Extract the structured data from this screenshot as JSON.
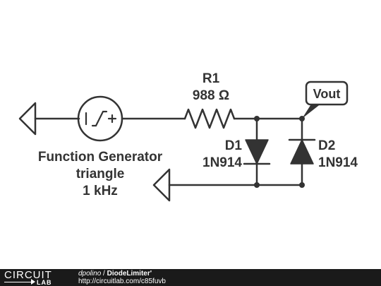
{
  "labels": {
    "r1_name": "R1",
    "r1_value": "988 Ω",
    "vout": "Vout",
    "d1_name": "D1",
    "d1_part": "1N914",
    "d2_name": "D2",
    "d2_part": "1N914",
    "gen_title": "Function Generator",
    "gen_wave": "triangle",
    "gen_freq": "1 kHz"
  },
  "footer": {
    "logo_top": "CIRCUIT",
    "logo_bottom": "LAB",
    "author": "dpolino",
    "separator": " / ",
    "title": "DiodeLimiter'",
    "url": "http://circuitlab.com/c85fuvb"
  },
  "colors": {
    "wire": "#333333",
    "text": "#333333",
    "footer_bg": "#1a1a1a"
  }
}
